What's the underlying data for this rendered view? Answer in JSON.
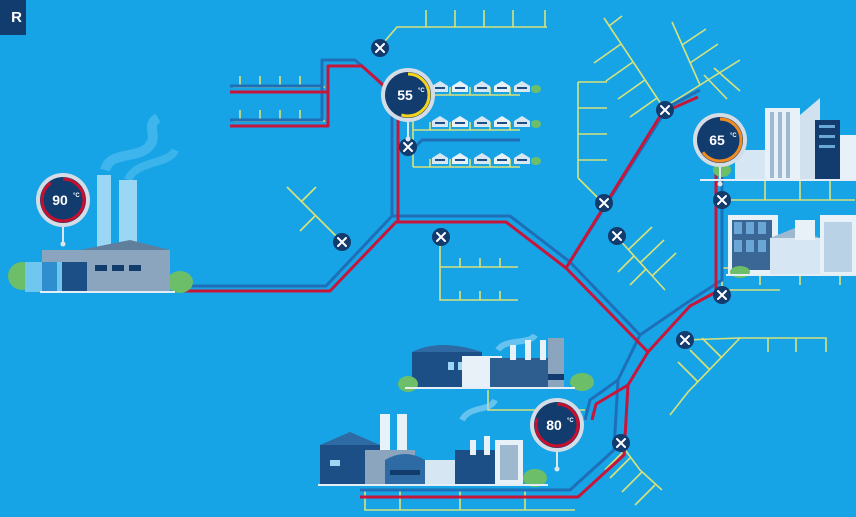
{
  "header": {
    "tag_label": "R"
  },
  "gauges": [
    {
      "value": "90",
      "unit": "°C",
      "color": "#c8102e",
      "fill": 0.9,
      "site": "power-plant"
    },
    {
      "value": "55",
      "unit": "°C",
      "color": "#f5d31a",
      "fill": 0.55,
      "site": "residential-houses"
    },
    {
      "value": "65",
      "unit": "°C",
      "color": "#f28c1e",
      "fill": 0.65,
      "site": "city-buildings"
    },
    {
      "value": "80",
      "unit": "°C",
      "color": "#c8102e",
      "fill": 0.8,
      "site": "industrial-plants"
    }
  ],
  "colors": {
    "background": "#17a4e6",
    "supply_pipe": "#c8153a",
    "return_pipe": "#1f6fb8",
    "branch_line": "#d9e27a",
    "valve": "#123b6e",
    "building": "#1b4f85",
    "tree": "#6cbf68"
  },
  "icons": {
    "valve": "valve-icon",
    "gauge": "thermometer-gauge-icon"
  }
}
